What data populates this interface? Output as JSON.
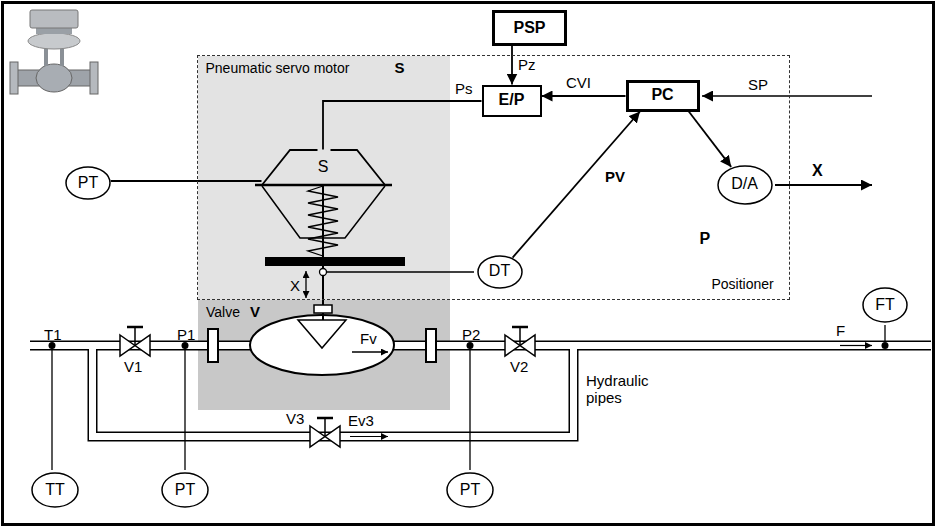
{
  "diagram": {
    "nodes": [
      {
        "text": [
          "PSP"
        ]
      },
      {
        "text": [
          "P",
          "Positioner"
        ]
      },
      {
        "text": [
          "Pneumatic servo motor",
          "S"
        ],
        "in": 1
      },
      {
        "text": [
          "S"
        ],
        "in": 2
      },
      {
        "text": [
          "E/P"
        ],
        "in": 1
      },
      {
        "text": [
          "PC"
        ],
        "in": 1
      },
      {
        "text": [
          "PT"
        ]
      },
      {
        "text": [
          "D/A"
        ],
        "in": 1
      },
      {
        "text": [
          "DT"
        ],
        "in": 1
      },
      {
        "text": [
          "Valve",
          "V"
        ]
      },
      {
        "text": [
          "FT"
        ]
      },
      {
        "text": [
          "TT"
        ]
      },
      {
        "text": [
          "PT"
        ]
      },
      {
        "text": [
          "PT"
        ]
      }
    ],
    "edges": [
      {
        "from": 0,
        "to": 4,
        "label": "Pz",
        "arrow": "to"
      },
      {
        "from": 5,
        "to": 4,
        "label": "CVI",
        "arrow": "to"
      },
      {
        "from": 4,
        "to": 3,
        "label": "Ps",
        "arrow": "none"
      },
      {
        "from": 6,
        "to": 3,
        "arrow": "none"
      },
      {
        "from": 8,
        "to": 5,
        "label": "PV",
        "arrow": "to"
      },
      {
        "from": 5,
        "to": 7,
        "arrow": "to"
      }
    ],
    "labels": [
      "X",
      "X",
      "SP",
      "T1",
      "V1",
      "P1",
      "Fv",
      "P2",
      "V2",
      "Hydraulic pipes",
      "V3",
      "Ev3",
      "F"
    ]
  }
}
